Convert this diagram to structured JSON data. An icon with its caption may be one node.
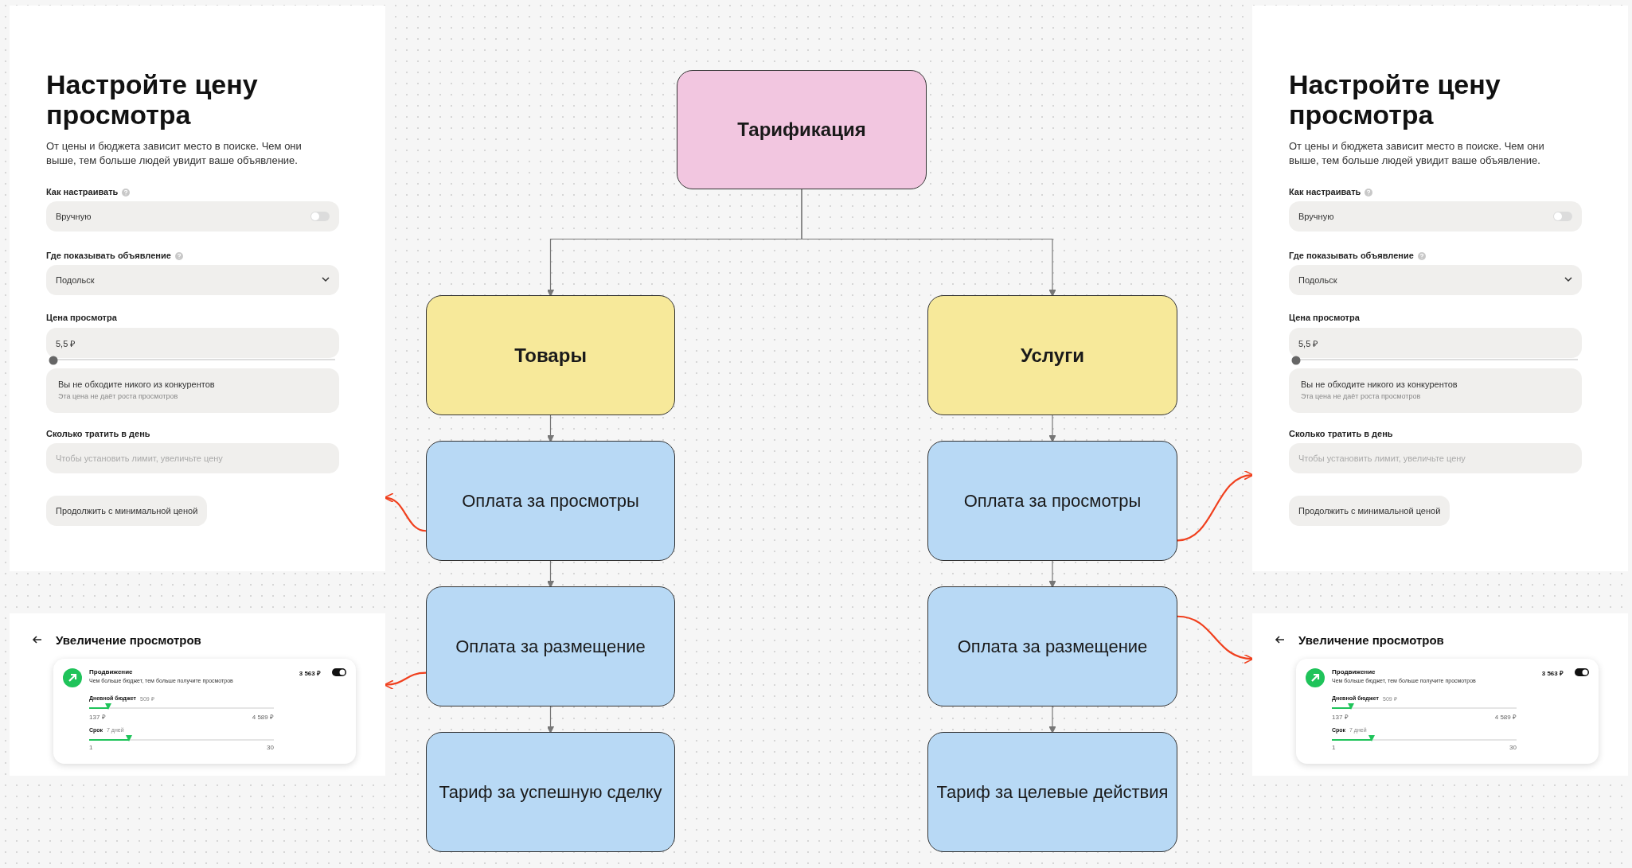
{
  "diagram": {
    "nodes": [
      {
        "text": [
          "Тарификация"
        ]
      },
      {
        "text": [
          "Товары"
        ]
      },
      {
        "text": [
          "Услуги"
        ]
      },
      {
        "text": [
          "Оплата за просмотры"
        ]
      },
      {
        "text": [
          "Оплата за просмотры"
        ]
      },
      {
        "text": [
          "Оплата за размещение"
        ]
      },
      {
        "text": [
          "Оплата за размещение"
        ]
      },
      {
        "text": [
          "Тариф за успешную сделку"
        ]
      },
      {
        "text": [
          "Тариф за целевые действия"
        ]
      },
      {
        "text": [
          "Настройте цену просмотра",
          "От цены и бюджета зависит место в поиске. Чем они выше, тем больше людей увидит ваше объявление.",
          "Как настраивать",
          "Вручную",
          "Где показывать объявление",
          "Подольск",
          "Цена просмотра",
          "5,5 ₽",
          "Вы не обходите никого из конкурентов",
          "Эта цена не даёт роста просмотров",
          "Сколько тратить в день",
          "Чтобы установить лимит, увеличьте цену",
          "Продолжить с минимальной ценой"
        ]
      },
      {
        "text": [
          "Увеличение просмотров",
          "Продвижение",
          "Чем больше бюджет, тем больше получите просмотров",
          "3 563 ₽",
          "Дневной бюджет",
          "509 ₽",
          "137 ₽",
          "4 589 ₽",
          "Срок",
          "7 дней",
          "1",
          "30"
        ]
      },
      {
        "text": [
          "Настройте цену просмотра",
          "От цены и бюджета зависит место в поиске. Чем они выше, тем больше людей увидит ваше объявление.",
          "Как настраивать",
          "Вручную",
          "Где показывать объявление",
          "Подольск",
          "Цена просмотра",
          "5,5 ₽",
          "Вы не обходите никого из конкурентов",
          "Эта цена не даёт роста просмотров",
          "Сколько тратить в день",
          "Чтобы установить лимит, увеличьте цену",
          "Продолжить с минимальной ценой"
        ]
      },
      {
        "text": [
          "Увеличение просмотров",
          "Продвижение",
          "Чем больше бюджет, тем больше получите просмотров",
          "3 563 ₽",
          "Дневной бюджет",
          "509 ₽",
          "137 ₽",
          "4 589 ₽",
          "Срок",
          "7 дней",
          "1",
          "30"
        ]
      }
    ],
    "edges": [
      {
        "from": 0,
        "to": 1,
        "arrow": "to"
      },
      {
        "from": 0,
        "to": 2,
        "arrow": "to"
      },
      {
        "from": 1,
        "to": 3,
        "arrow": "to"
      },
      {
        "from": 3,
        "to": 5,
        "arrow": "to"
      },
      {
        "from": 5,
        "to": 7,
        "arrow": "to"
      },
      {
        "from": 2,
        "to": 4,
        "arrow": "to"
      },
      {
        "from": 4,
        "to": 6,
        "arrow": "to"
      },
      {
        "from": 6,
        "to": 8,
        "arrow": "to"
      },
      {
        "from": 3,
        "to": 9,
        "arrow": "to",
        "color": "#f0401e"
      },
      {
        "from": 5,
        "to": 10,
        "arrow": "to",
        "color": "#f0401e"
      },
      {
        "from": 4,
        "to": 11,
        "arrow": "to",
        "color": "#f0401e"
      },
      {
        "from": 6,
        "to": 12,
        "arrow": "to",
        "color": "#f0401e"
      }
    ]
  }
}
